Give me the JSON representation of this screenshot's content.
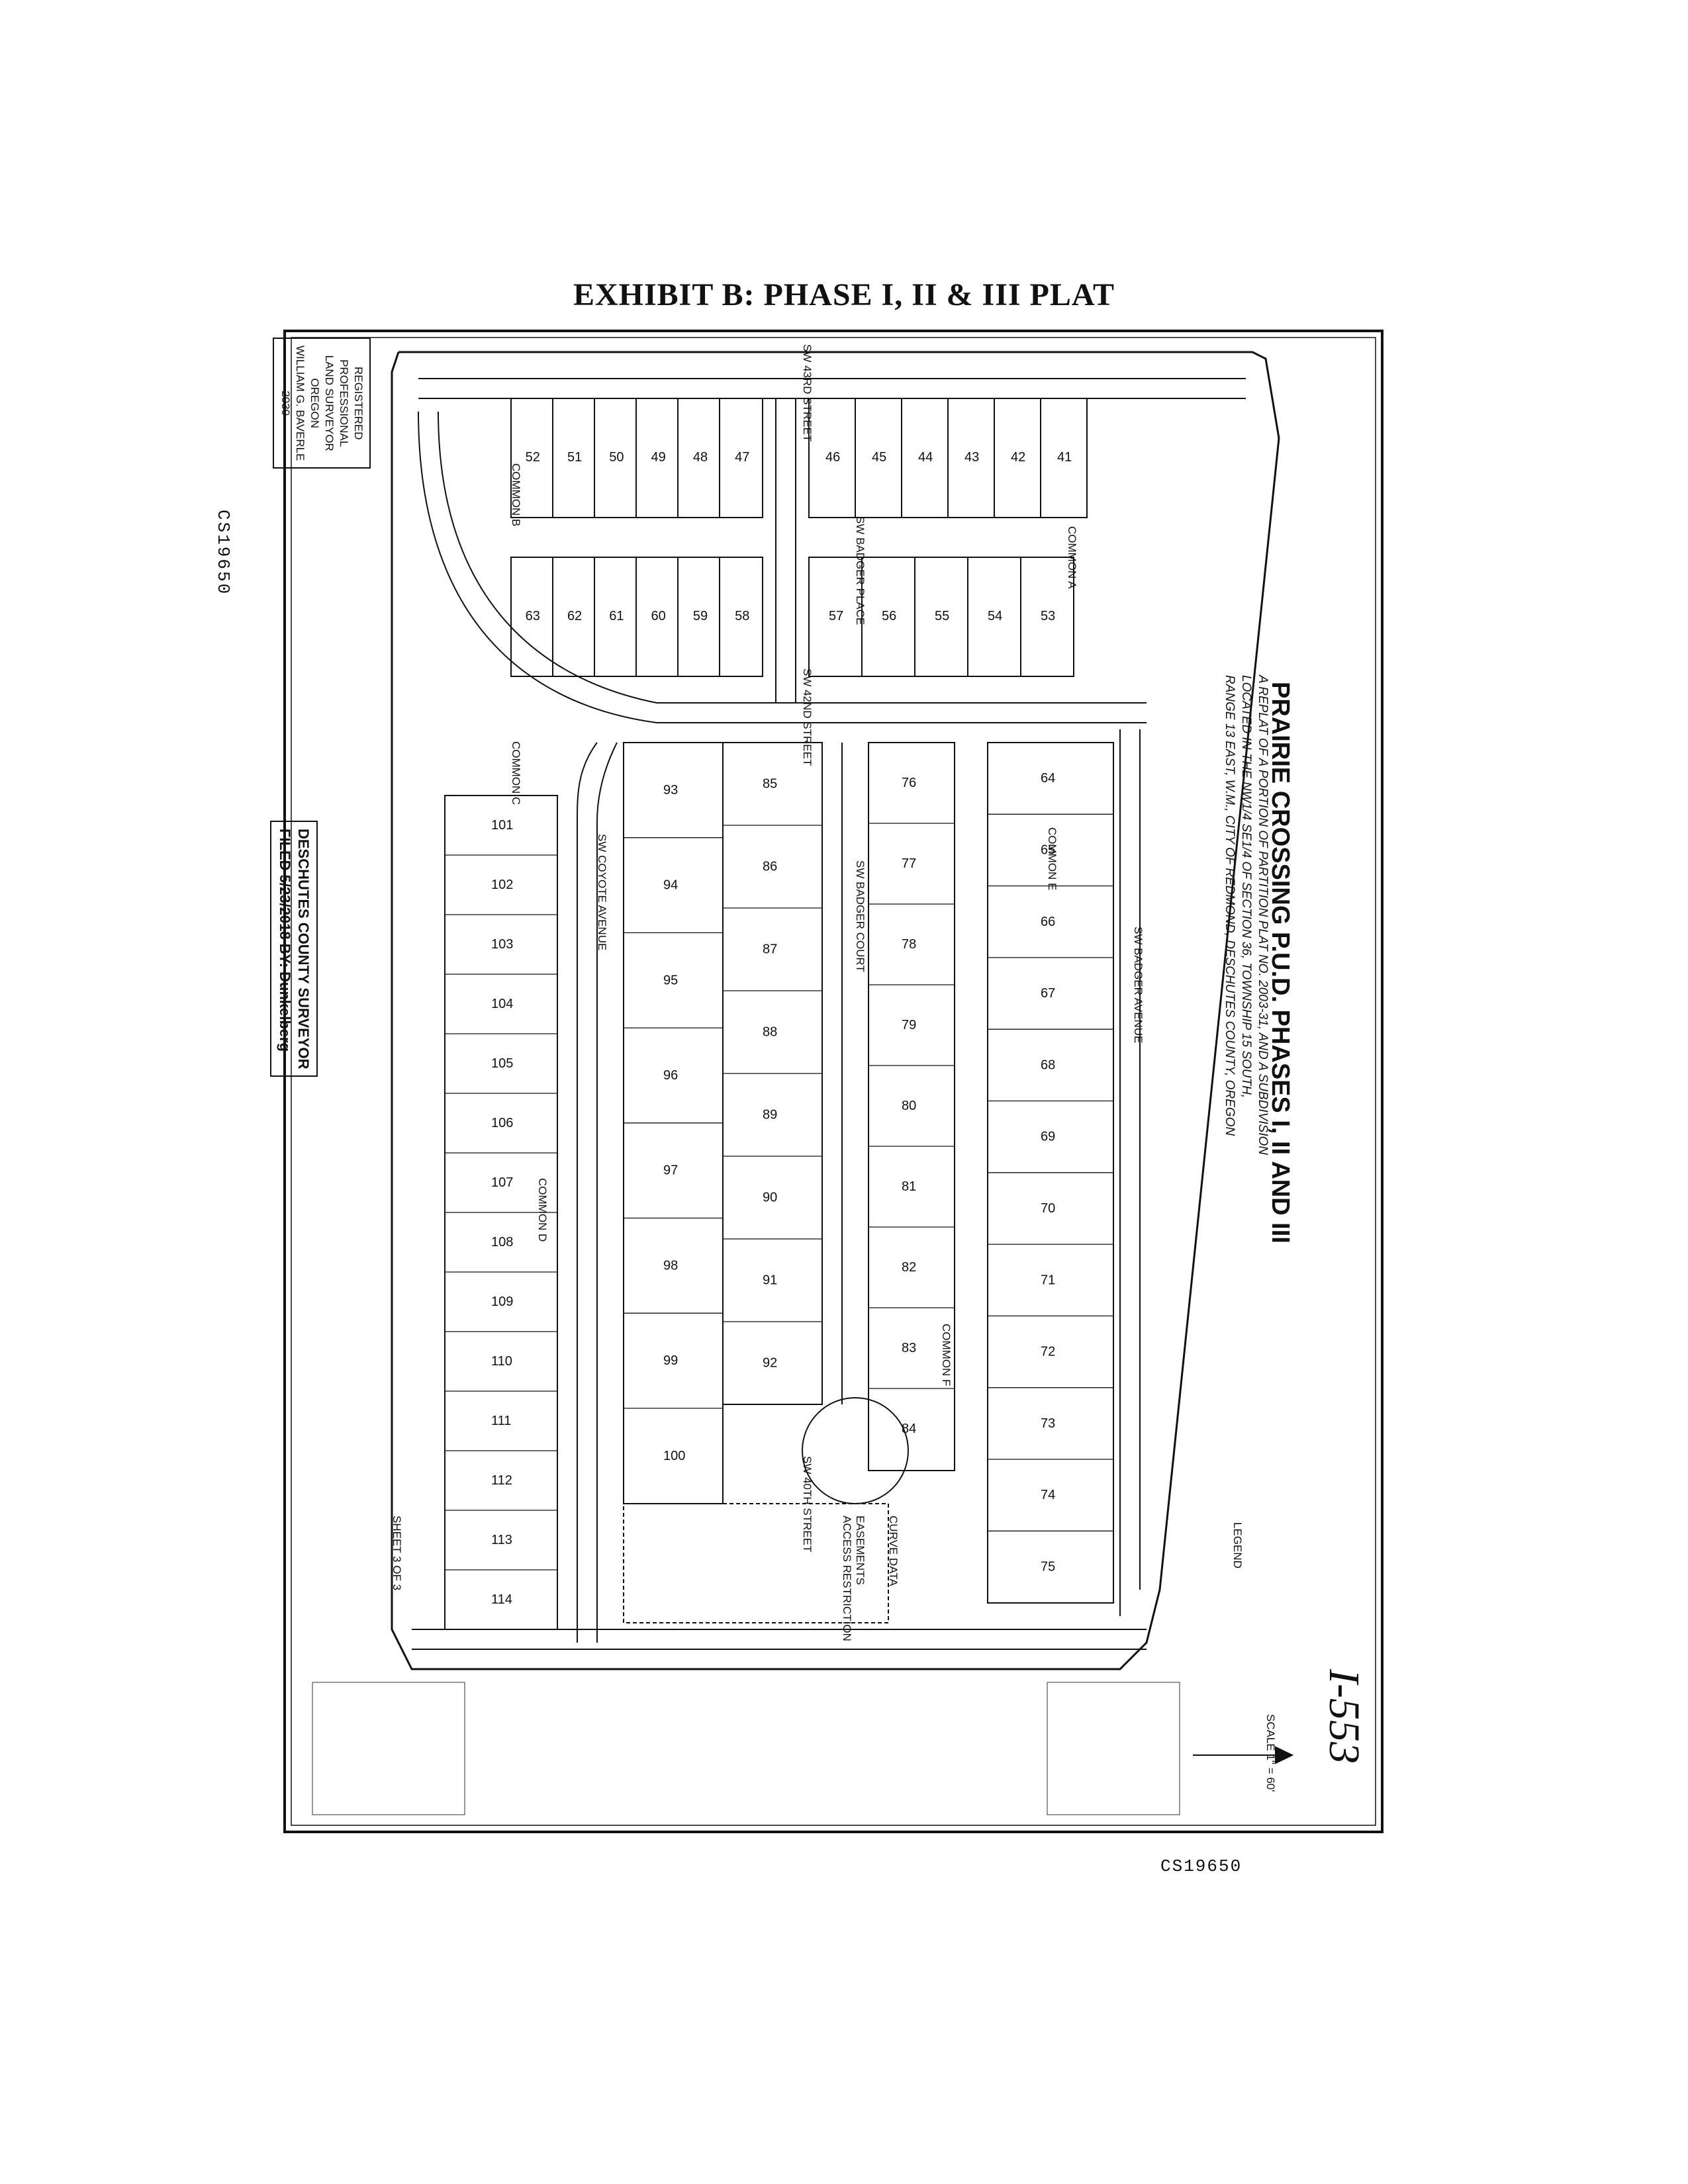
{
  "exhibit_title": "EXHIBIT B:  PHASE I, II & III PLAT",
  "side_code": "CS19650",
  "bottom_code": "CS19650",
  "hand_number": "I-553",
  "plat": {
    "title": "PRAIRIE CROSSING P.U.D. PHASES I, II AND III",
    "subtitle_1": "A REPLAT OF A PORTION OF PARTITION PLAT NO. 2003-31, AND A SUBDIVISION",
    "subtitle_2": "LOCATED IN THE NW1/4 SE1/4 OF SECTION 36, TOWNSHIP 15 SOUTH,",
    "subtitle_3": "RANGE 13 EAST, W.M., CITY OF REDMOND, DESCHUTES COUNTY, OREGON",
    "streets": {
      "s43": "SW 43RD STREET",
      "s42": "SW 42ND STREET",
      "s40": "SW 40TH STREET",
      "badger_place": "SW BADGER PLACE",
      "badger_court": "SW BADGER COURT",
      "badger_ave": "SW BADGER AVENUE",
      "coyote_ave": "SW COYOTE AVENUE"
    },
    "commons": {
      "a": "COMMON A",
      "b": "COMMON B",
      "c": "COMMON C",
      "d": "COMMON D",
      "e": "COMMON E",
      "f": "COMMON F"
    },
    "lots_top_left": [
      "52",
      "51",
      "50",
      "49",
      "48",
      "47"
    ],
    "lots_top_right": [
      "46",
      "45",
      "44",
      "43",
      "42",
      "41"
    ],
    "lots_mid_left": [
      "63",
      "62",
      "61",
      "60",
      "59",
      "58"
    ],
    "lots_mid_right": [
      "57",
      "56",
      "55",
      "54",
      "53"
    ],
    "lots_col_a": [
      "93",
      "94",
      "95",
      "96",
      "97",
      "98",
      "99",
      "100"
    ],
    "lots_col_b": [
      "85",
      "86",
      "87",
      "88",
      "89",
      "90",
      "91",
      "92"
    ],
    "lots_col_c": [
      "76",
      "77",
      "78",
      "79",
      "80",
      "81",
      "82",
      "83",
      "84"
    ],
    "lots_col_d": [
      "64",
      "65",
      "66",
      "67",
      "68",
      "69",
      "70",
      "71",
      "72",
      "73",
      "74",
      "75"
    ],
    "lots_col_e": [
      "101",
      "102",
      "103",
      "104",
      "105",
      "106",
      "107",
      "108",
      "109",
      "110",
      "111",
      "112",
      "113",
      "114"
    ],
    "county_stamp": {
      "line1": "DESCHUTES COUNTY SURVEYOR",
      "line2": "FILED 5/23/2018  BY: Dunkelberg"
    },
    "surveyor": {
      "l1": "REGISTERED",
      "l2": "PROFESSIONAL",
      "l3": "LAND SURVEYOR",
      "l4": "OREGON",
      "l5": "WILLIAM G. BAVERLE",
      "l6": "2030"
    },
    "legend_title": "LEGEND",
    "scale": "SCALE 1\" = 60'",
    "curve_data_title": "CURVE DATA",
    "easements_title": "EASEMENTS",
    "access_title": "ACCESS RESTRICTION",
    "sheet": "SHEET 3 OF 3"
  }
}
